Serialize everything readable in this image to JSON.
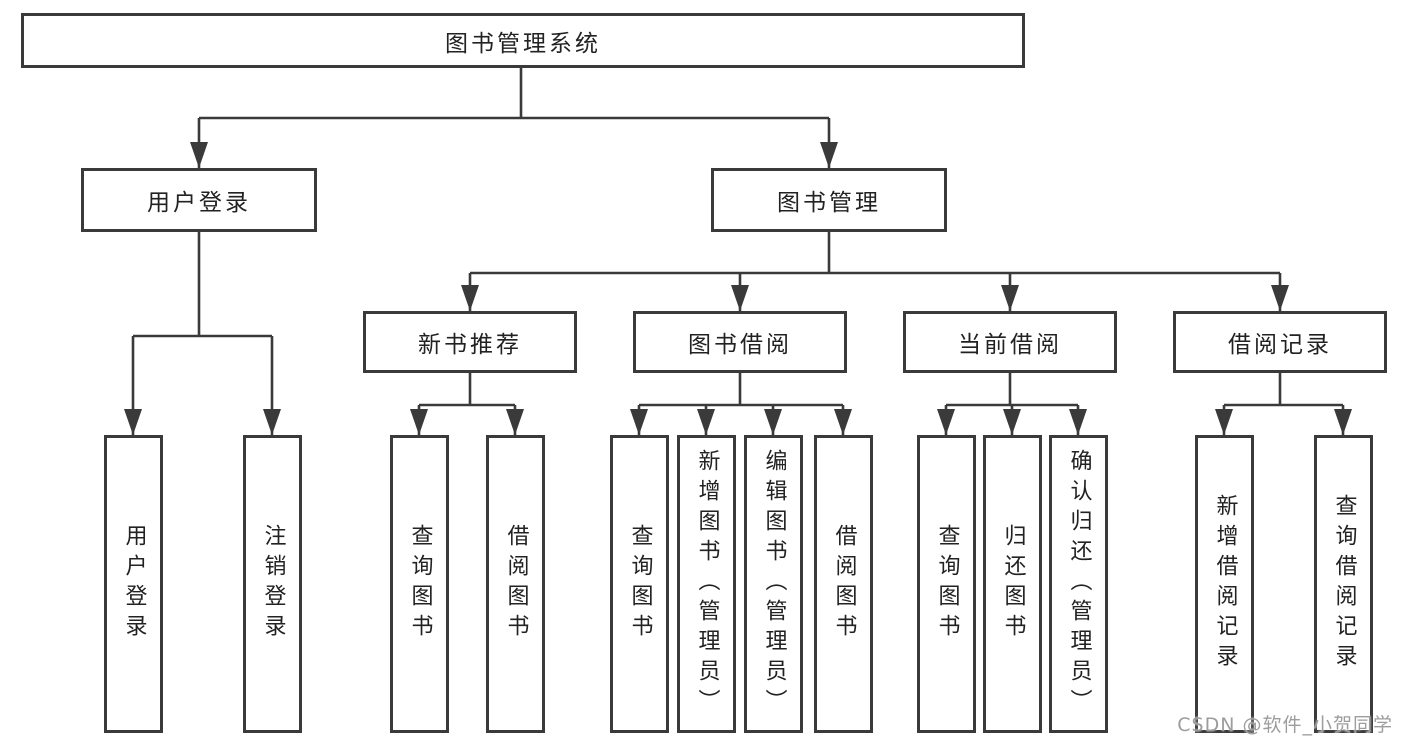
{
  "diagram": {
    "root": "图书管理系统",
    "level2": [
      "用户登录",
      "图书管理"
    ],
    "level3": [
      "新书推荐",
      "图书借阅",
      "当前借阅",
      "借阅记录"
    ],
    "leaves": {
      "user_login": [
        "用户登录",
        "注销登录"
      ],
      "new_book": [
        "查询图书",
        "借阅图书"
      ],
      "book_borrow": [
        "查询图书",
        "新增图书（管理员）",
        "编辑图书（管理员）",
        "借阅图书"
      ],
      "current_borrow": [
        "查询图书",
        "归还图书",
        "确认归还（管理员）"
      ],
      "borrow_record": [
        "新增借阅记录",
        "查询借阅记录"
      ]
    }
  },
  "watermark": {
    "text": "CSDN @软件_小贺同学"
  },
  "colors": {
    "line": "#3a3a3a",
    "text": "#222222",
    "watermark": "#9d9d9d",
    "background": "#ffffff"
  }
}
